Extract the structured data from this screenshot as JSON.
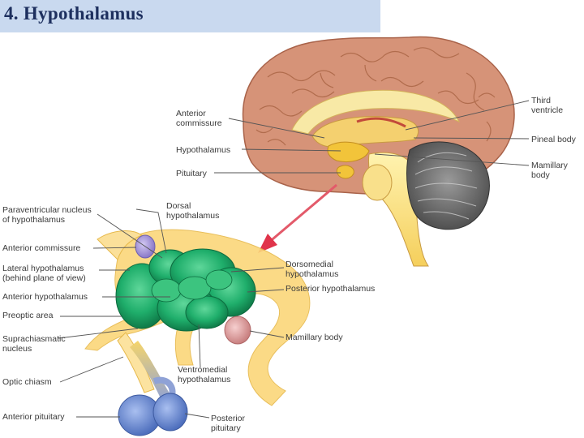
{
  "title": "4. Hypothalamus",
  "colors": {
    "title_bg": "#c9d9ef",
    "title_text": "#1d2f5e",
    "hypothalamus_green": "#1fae6b",
    "pituitary_blue": "#6f8fd0",
    "mamillary_pink": "#e3a7a7",
    "commissure_purple": "#a99bd8",
    "brain_tissue": "#d79377",
    "arrow_red": "#e0344a"
  },
  "brain_labels": {
    "anterior_commissure": "Anterior\ncommissure",
    "hypothalamus": "Hypothalamus",
    "pituitary": "Pituitary",
    "third_ventricle": "Third\nventricle",
    "pineal_body": "Pineal body",
    "mamillary_body": "Mamillary\nbody"
  },
  "detail_labels": {
    "paraventricular": "Paraventricular nucleus\nof hypothalamus",
    "dorsal": "Dorsal\nhypothalamus",
    "anterior_commissure": "Anterior commissure",
    "lateral": "Lateral hypothalamus\n(behind plane of view)",
    "anterior_hypothalamus": "Anterior hypothalamus",
    "preoptic": "Preoptic area",
    "suprachiasmatic": "Suprachiasmatic\nnucleus",
    "optic_chiasm": "Optic chiasm",
    "anterior_pituitary": "Anterior pituitary",
    "dorsomedial": "Dorsomedial\nhypothalamus",
    "posterior_hypothalamus": "Posterior hypothalamus",
    "mamillary_body": "Mamillary body",
    "ventromedial": "Ventromedial\nhypothalamus",
    "posterior_pituitary": "Posterior\npituitary"
  }
}
